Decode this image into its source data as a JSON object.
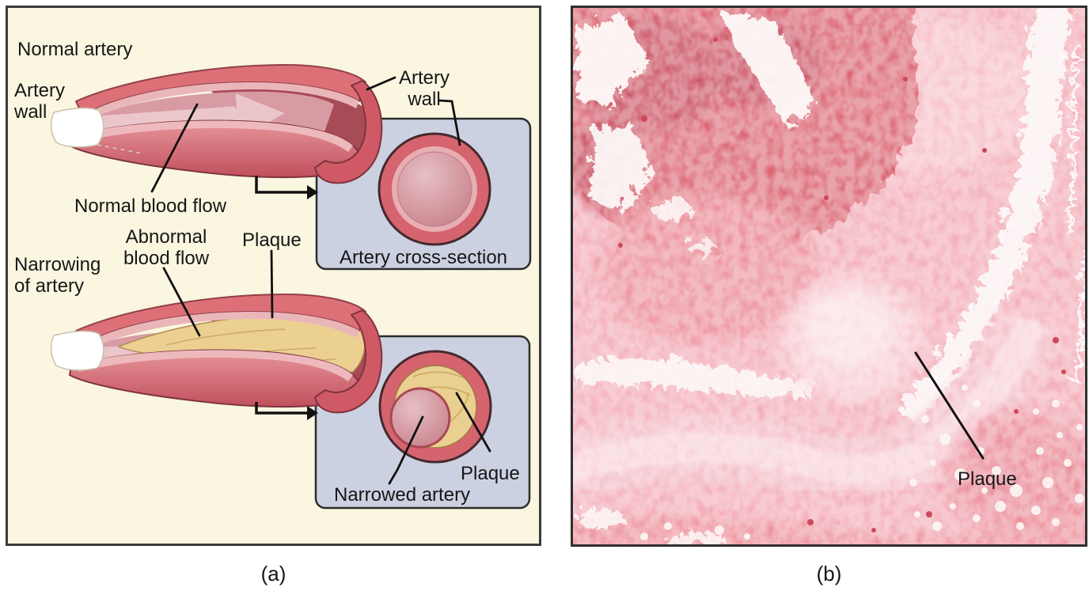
{
  "figure": "Atherosclerosis figure: artery diagram and plaque micrograph",
  "panel_a": {
    "caption": "(a)",
    "labels": {
      "normal_artery": "Normal artery",
      "artery_wall_left": [
        "Artery",
        "wall"
      ],
      "normal_blood_flow": "Normal blood flow",
      "artery_wall_right": [
        "Artery",
        "wall"
      ],
      "artery_cross_section": "Artery cross-section",
      "abnormal_blood_flow": [
        "Abnormal",
        "blood flow"
      ],
      "plaque_upper": "Plaque",
      "narrowing_of_artery": [
        "Narrowing",
        "of artery"
      ],
      "plaque_lower": "Plaque",
      "narrowed_artery": "Narrowed artery"
    },
    "colors": {
      "background": "#faf6e0",
      "inset_box_fill": "#ccd1e2",
      "artery_wall_red": "#d5646e",
      "artery_lumen_pink": "#d89ba4",
      "blood_flow_arrow": "#ecc9cd",
      "plaque_yellow": "#e9cf90",
      "interior_dark_red": "#a74b57"
    }
  },
  "panel_b": {
    "caption": "(b)",
    "labels": {
      "plaque": "Plaque"
    },
    "colors": {
      "tissue_pink": "#f2a6b2",
      "tissue_dark_red": "#d85a67",
      "tissue_light_pink": "#f7ccd3",
      "tissue_white": "#fdf8f6"
    }
  },
  "text_color": "#161616"
}
